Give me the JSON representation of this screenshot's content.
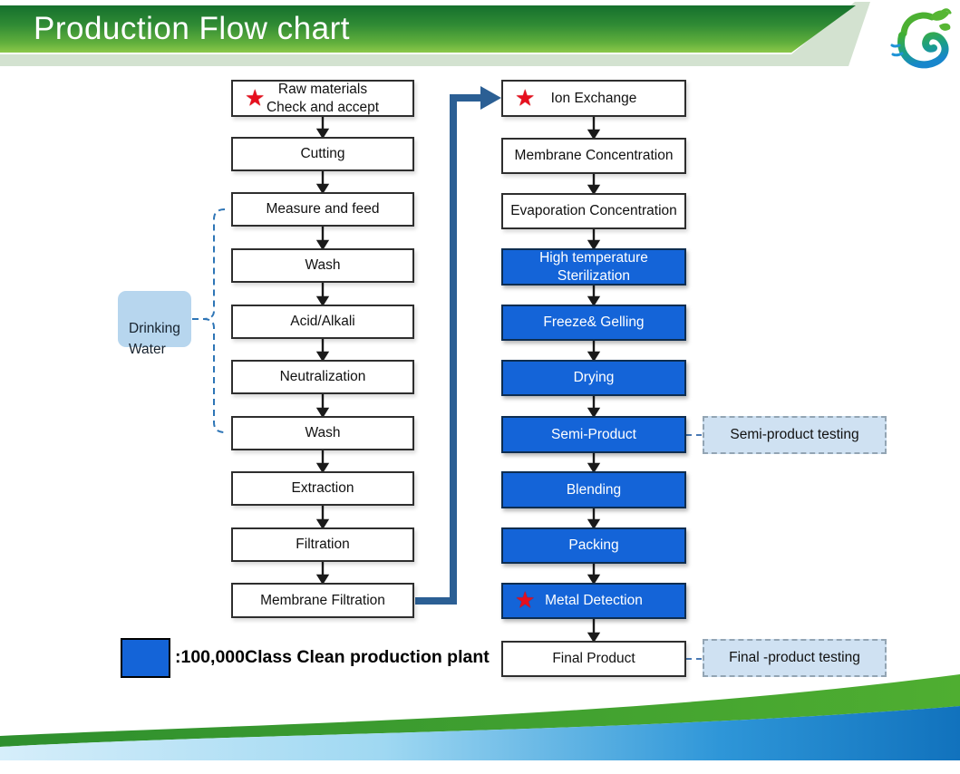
{
  "header": {
    "title": "Production Flow chart"
  },
  "icons": {
    "star": "★"
  },
  "flow": {
    "left_column": [
      {
        "label": "Raw materials\nCheck and accept",
        "star": true,
        "clean_room": false
      },
      {
        "label": "Cutting",
        "star": false,
        "clean_room": false
      },
      {
        "label": "Measure and feed",
        "star": false,
        "clean_room": false
      },
      {
        "label": "Wash",
        "star": false,
        "clean_room": false
      },
      {
        "label": "Acid/Alkali",
        "star": false,
        "clean_room": false
      },
      {
        "label": "Neutralization",
        "star": false,
        "clean_room": false
      },
      {
        "label": "Wash",
        "star": false,
        "clean_room": false
      },
      {
        "label": "Extraction",
        "star": false,
        "clean_room": false
      },
      {
        "label": "Filtration",
        "star": false,
        "clean_room": false
      },
      {
        "label": "Membrane Filtration",
        "star": false,
        "clean_room": false
      }
    ],
    "right_column": [
      {
        "label": "Ion Exchange",
        "star": true,
        "clean_room": false
      },
      {
        "label": "Membrane Concentration",
        "star": false,
        "clean_room": false
      },
      {
        "label": "Evaporation Concentration",
        "star": false,
        "clean_room": false
      },
      {
        "label": "High temperature\nSterilization",
        "star": false,
        "clean_room": true
      },
      {
        "label": "Freeze& Gelling",
        "star": false,
        "clean_room": true
      },
      {
        "label": "Drying",
        "star": false,
        "clean_room": true
      },
      {
        "label": "Semi-Product",
        "star": false,
        "clean_room": true
      },
      {
        "label": "Blending",
        "star": false,
        "clean_room": true
      },
      {
        "label": "Packing",
        "star": false,
        "clean_room": true
      },
      {
        "label": "Metal Detection",
        "star": true,
        "clean_room": true
      },
      {
        "label": "Final Product",
        "star": false,
        "clean_room": false
      }
    ],
    "side_label": {
      "label": "Drinking\nWater"
    },
    "testing": [
      {
        "label": "Semi-product testing"
      },
      {
        "label": "Final -product testing"
      }
    ]
  },
  "legend": {
    "swatch_color": "#1464D8",
    "label": ":100,000Class Clean production plant"
  },
  "colors": {
    "clean_room_blue": "#1464D8",
    "star_red": "#E60F1E",
    "connector_steel_blue": "#2B5F94",
    "dashed_link_blue": "#2E75B6",
    "testing_fill": "#CFE1F2",
    "drinking_water_fill": "#B7D6EE",
    "header_green_dark": "#15702D",
    "header_green_light": "#8BC849",
    "footer_green": "#3DA22F",
    "footer_blue_dark": "#1377C5",
    "footer_blue_light": "#D6EEFA"
  }
}
